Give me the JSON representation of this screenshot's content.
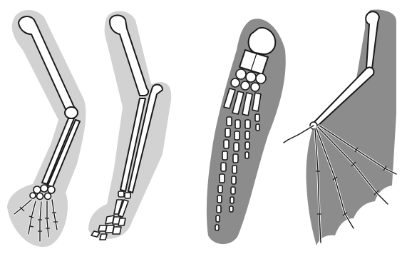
{
  "figure": {
    "panels": [
      {
        "id": "human-arm"
      },
      {
        "id": "cat-forelimb"
      },
      {
        "id": "whale-flipper"
      },
      {
        "id": "bat-wing"
      }
    ],
    "colors": {
      "background": "#ffffff",
      "light_silhouette": "#d2d2d2",
      "dark_silhouette": "#8c8c8c",
      "bone_fill": "#ffffff",
      "bone_outline": "#1a1a1a"
    }
  }
}
